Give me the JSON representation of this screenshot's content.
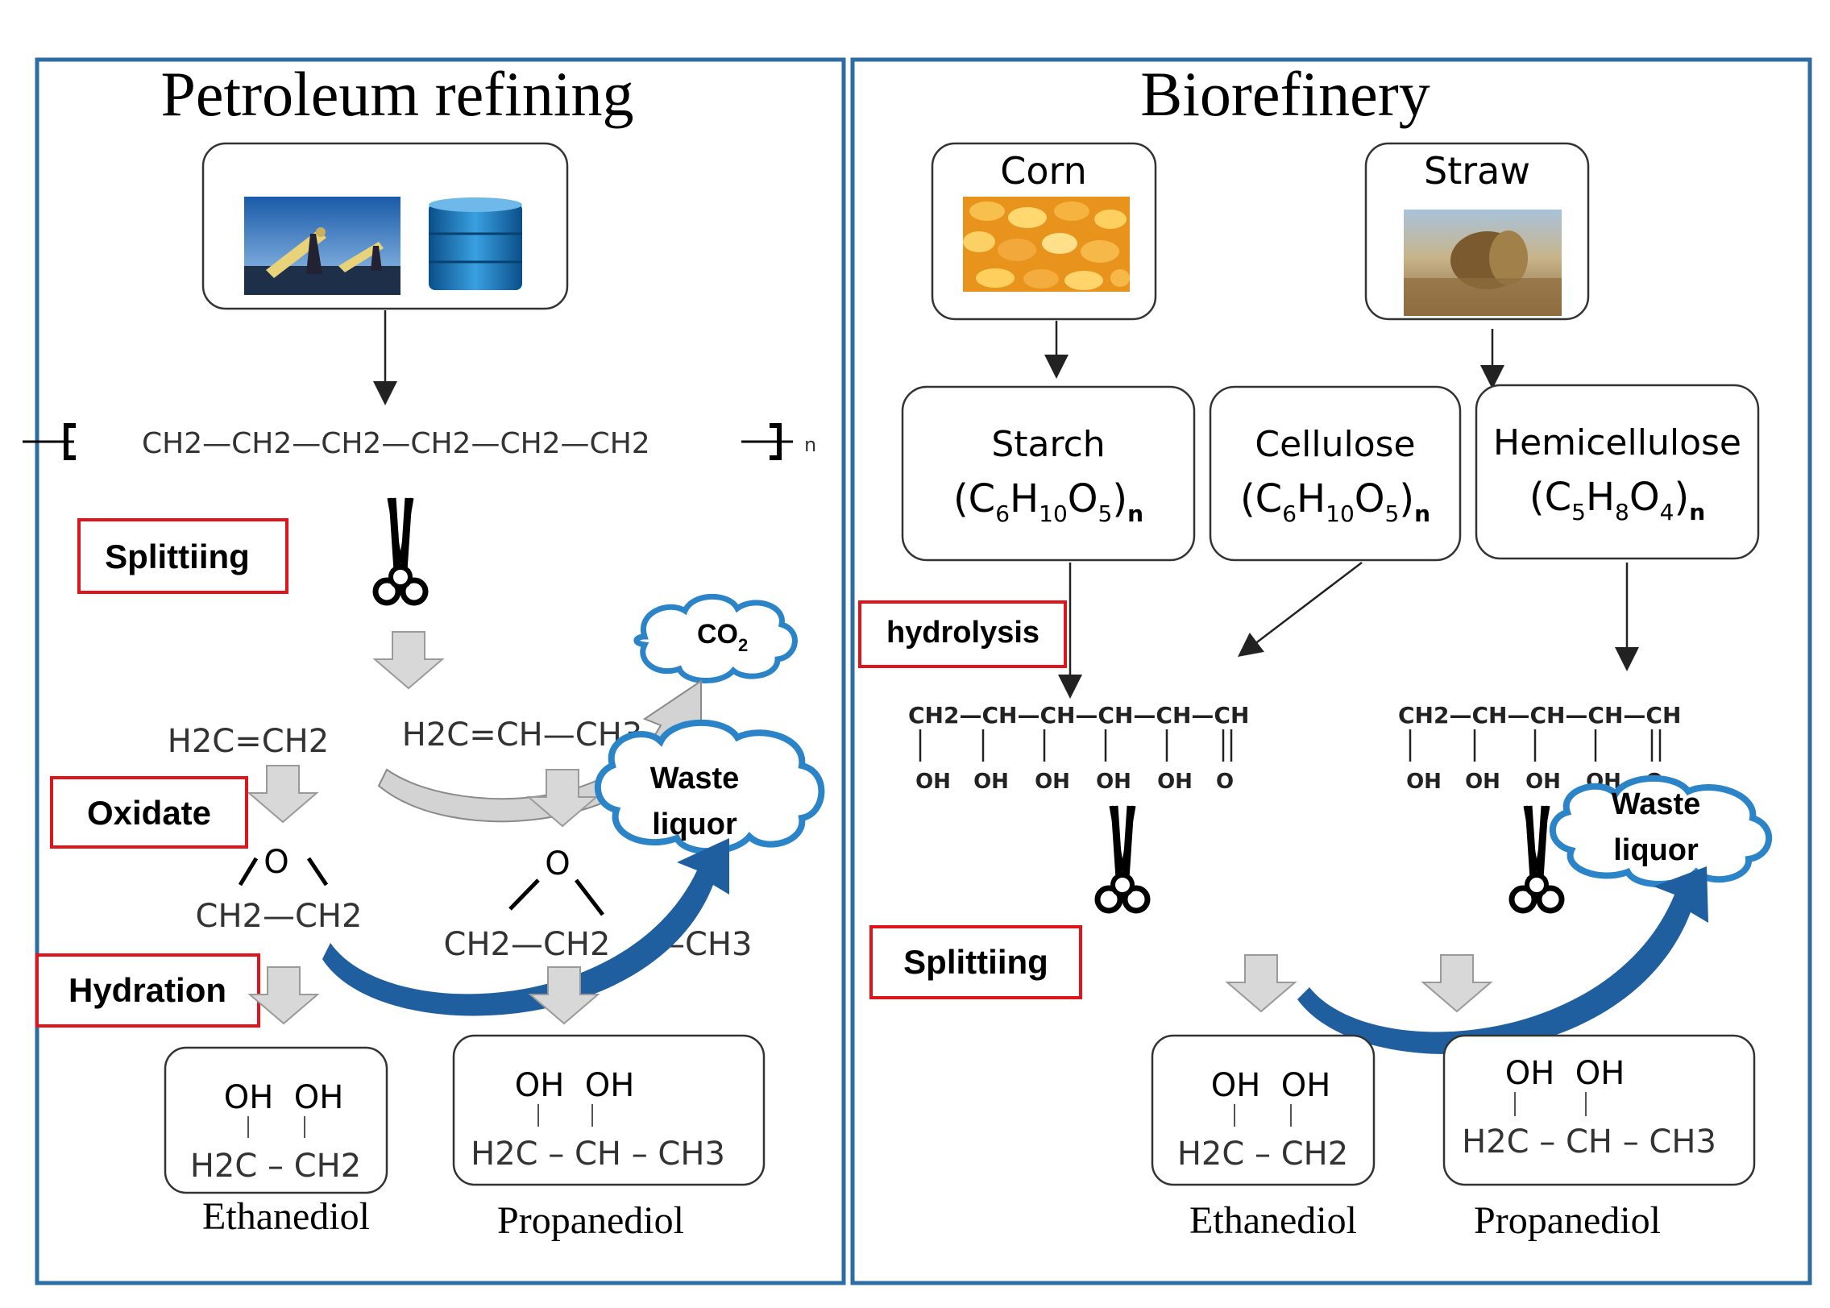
{
  "colors": {
    "panel_border": "#2e6da4",
    "label_border": "#e0141b",
    "cloud": "#2b84c8",
    "curved_arrow": "#1f5fa0",
    "block_arrow": "#d8d8d8"
  },
  "left": {
    "title": "Petroleum refining",
    "chain": "CH2—CH2—CH2—CH2—CH2—CH2",
    "chain_n": "n",
    "label_split": "Splittiing",
    "label_oxidate": "Oxidate",
    "label_hydration": "Hydration",
    "co2": "CO",
    "co2_sub": "2",
    "waste1": "Waste",
    "waste2": "liquor",
    "ethylene": "H2C=CH2",
    "propylene": "H2C=CH—CH3",
    "epox_o1": "O",
    "epox_chain1": "CH2—CH2",
    "epox_o2": "O",
    "epox_chain2": "CH2—CH2",
    "epox_ch3": "—CH3",
    "eth_oh": "OH  OH",
    "eth_chain": "H2C – CH2",
    "prop_oh": "OH  OH",
    "prop_chain": "H2C – CH – CH3",
    "ethanediol": "Ethanediol",
    "propanediol": "Propanediol"
  },
  "right": {
    "title": "Biorefinery",
    "corn": "Corn",
    "straw": "Straw",
    "starch": "Starch",
    "starch_f": [
      "(C",
      "6",
      "H",
      "10",
      "O",
      "5",
      ")",
      "n"
    ],
    "cellulose": "Cellulose",
    "cellulose_f": [
      "(C",
      "6",
      "H",
      "10",
      "O",
      "5",
      ")",
      "n"
    ],
    "hemicellulose": "Hemicellulose",
    "hemi_f": [
      "(C",
      "5",
      "H",
      "8",
      "O",
      "4",
      ")",
      "n"
    ],
    "label_hydrolysis": "hydrolysis",
    "label_split": "Splittiing",
    "sugar1_chain": "CH2—CH—CH—CH—CH—CH",
    "sugar1_oh": [
      "OH",
      "OH",
      "OH",
      "OH",
      "OH",
      "O"
    ],
    "sugar2_chain": "CH2—CH—CH—CH—CH",
    "sugar2_oh": [
      "OH",
      "OH",
      "OH",
      "OH",
      "O"
    ],
    "waste1": "Waste",
    "waste2": "liquor",
    "eth_oh": "OH  OH",
    "eth_chain": "H2C – CH2",
    "prop_oh": "OH  OH",
    "prop_chain": "H2C – CH – CH3",
    "ethanediol": "Ethanediol",
    "propanediol": "Propanediol"
  },
  "icons": [
    "oil-pump-photo",
    "oil-barrel-photo",
    "corn-photo",
    "straw-bale-photo",
    "scissors-icon"
  ]
}
